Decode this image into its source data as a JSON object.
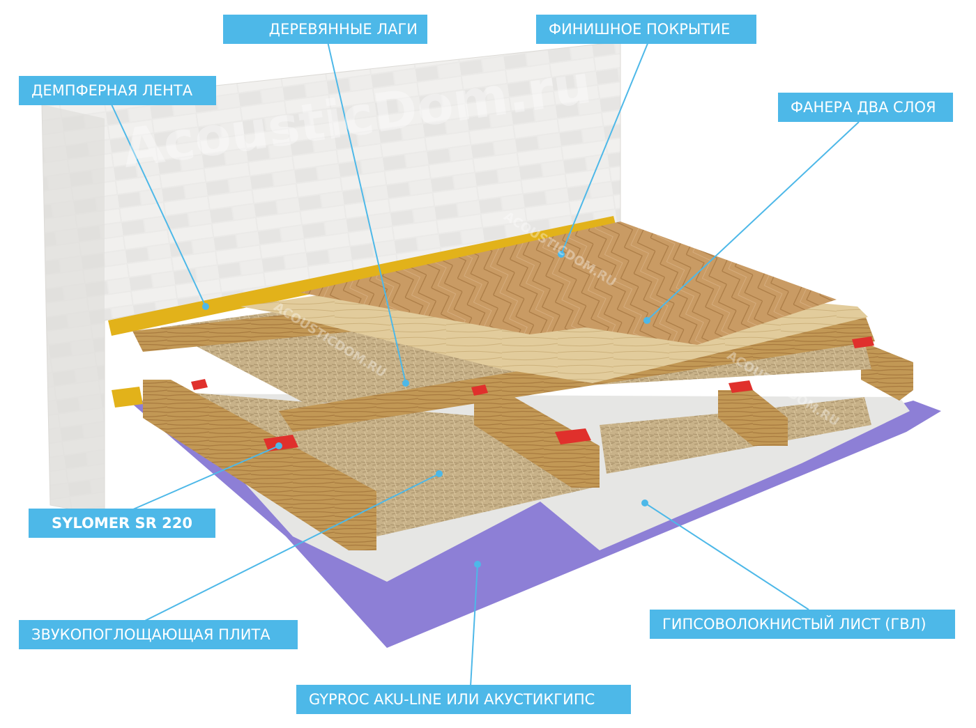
{
  "labels": {
    "damper_tape": "ДЕМПФЕРНАЯ ЛЕНТА",
    "wooden_joists": "ДЕРЕВЯННЫЕ ЛАГИ",
    "finish_coating": "ФИНИШНОЕ ПОКРЫТИЕ",
    "plywood_two_layers": "ФАНЕРА ДВА СЛОЯ",
    "sylomer": "SYLOMER  SR 220",
    "sound_absorbing_board": "ЗВУКОПОГЛОЩАЮЩАЯ ПЛИТА",
    "gypsum_fiber_sheet": "ГИПСОВОЛОКНИСТЫЙ ЛИСТ (ГВЛ)",
    "gyproc": "GYPROC AKU-LINE ИЛИ АКУСТИКГИПС"
  },
  "watermark": {
    "big": "AcousticDom.ru",
    "small": "ACOUSTICDOM.RU"
  },
  "colors": {
    "label_bg": "#4db8e8",
    "leader_line": "#4db8e8",
    "brick": "#e9e8e6",
    "mortar": "#c9c7c4",
    "yellow_tape": "#e2b21a",
    "wood": "#c39a5c",
    "wood_dark": "#a8783e",
    "insulation": "#c9b48a",
    "plywood": "#e3cc9b",
    "parquet": "#c89a63",
    "gvl": "#e6e6e4",
    "gypsum_purple": "#8d7fd6",
    "sylomer_red": "#e0302c"
  }
}
